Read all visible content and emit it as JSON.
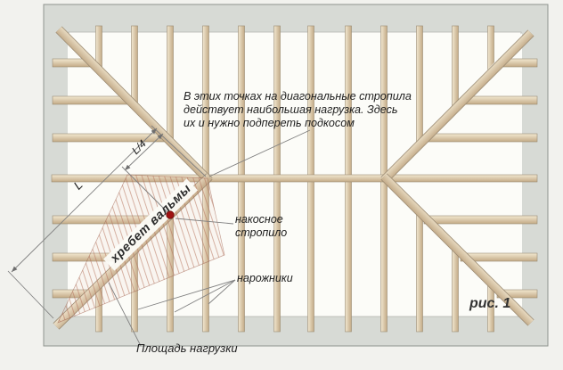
{
  "figure": {
    "caption": "рис. 1",
    "annotation": {
      "lines": [
        "В этих точках на диагональные стропила",
        "действует наибольшая нагрузка. Здесь",
        "их и нужно подпереть подкосом"
      ]
    },
    "labels": {
      "ridge_of_hip": "хребет вальмы",
      "diagonal_rafter_line1": "накосное",
      "diagonal_rafter_line2": "стропило",
      "jack_rafters": "нарожники",
      "load_area": "Площадь нагрузки",
      "dim_full_length": "L",
      "dim_quarter_length": "L/4"
    },
    "colors": {
      "page_background": "#f2f2ee",
      "frame_fill": "#d7dad5",
      "frame_border": "#8f948f",
      "roof_field": "#fcfcf8",
      "wood_light": "#f0e6cf",
      "wood_dark": "#c6ae8c",
      "wood_outline": "#9a8a72",
      "hatch_line": "#b06a52",
      "max_load_point": "#a01212",
      "dimension_line": "#808080",
      "text": "#1e1e1e"
    }
  }
}
